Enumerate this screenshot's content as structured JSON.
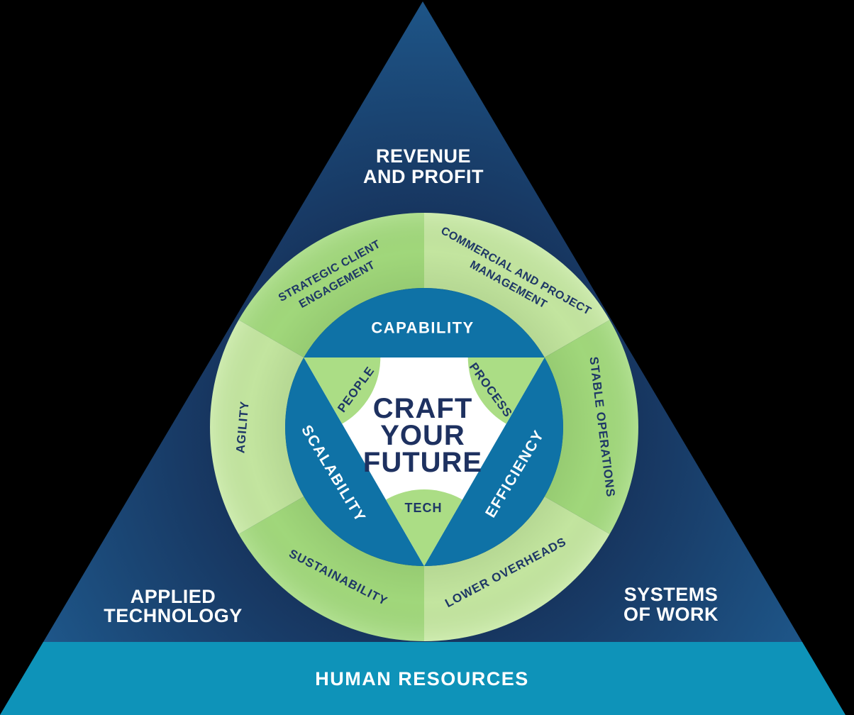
{
  "diagram": {
    "center_title": {
      "line1": "CRAFT",
      "line2": "YOUR",
      "line3": "FUTURE"
    },
    "pillars": {
      "capability": "CAPABILITY",
      "scalability": "SCALABILITY",
      "efficiency": "EFFICIENCY"
    },
    "core_elements": {
      "people": "PEOPLE",
      "process": "PROCESS",
      "tech": "TECH"
    },
    "ring": {
      "strategic": {
        "line1": "STRATEGIC CLIENT",
        "line2": "ENGAGEMENT"
      },
      "commercial": {
        "line1": "COMMERCIAL AND PROJECT",
        "line2": "MANAGEMENT"
      },
      "stable": "STABLE OPERATIONS",
      "lower": "LOWER OVERHEADS",
      "sustainability": "SUSTAINABILITY",
      "agility": "AGILITY"
    },
    "outer": {
      "top": {
        "line1": "REVENUE",
        "line2": "AND PROFIT"
      },
      "bottom_left": {
        "line1": "APPLIED",
        "line2": "TECHNOLOGY"
      },
      "bottom_right": {
        "line1": "SYSTEMS",
        "line2": "OF WORK"
      },
      "base": "HUMAN RESOURCES"
    },
    "colors": {
      "background_black": "#000000",
      "pyramid_blue_edge": "#1f5b8f",
      "pyramid_navy_core": "#16345d",
      "base_band_teal": "#0e93b9",
      "ring_green_medium": "#a3da7d",
      "ring_green_light": "#c6e8a2",
      "inner_disc_blue": "#0f72a6",
      "corner_bite_green": "#abdd85",
      "navy_text": "#1e3766",
      "white_text": "#ffffff"
    }
  }
}
